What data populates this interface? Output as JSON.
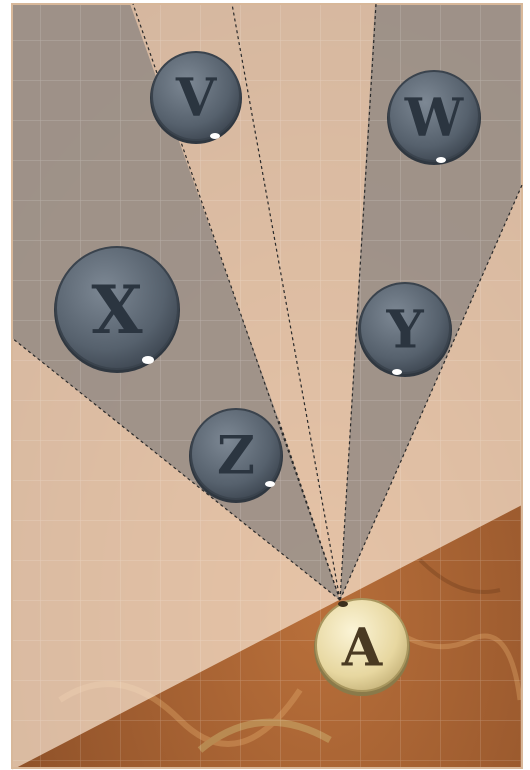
{
  "colors": {
    "terrain_dark": "#9b5a2e",
    "terrain_light": "#c98a5a",
    "blocked_zone": "#8e8682",
    "visible_zone": "#f6e3d0",
    "enemy_counter": "#56616d",
    "enemy_letter": "#2b3540",
    "friendly_counter": "#e9dca7",
    "friendly_letter": "#4a3a22",
    "sight_line": "#2a2a2a"
  },
  "observer": {
    "label": "A",
    "side": "friendly"
  },
  "targets": [
    {
      "label": "V",
      "side": "enemy"
    },
    {
      "label": "W",
      "side": "enemy"
    },
    {
      "label": "X",
      "side": "enemy"
    },
    {
      "label": "Y",
      "side": "enemy"
    },
    {
      "label": "Z",
      "side": "enemy"
    }
  ]
}
